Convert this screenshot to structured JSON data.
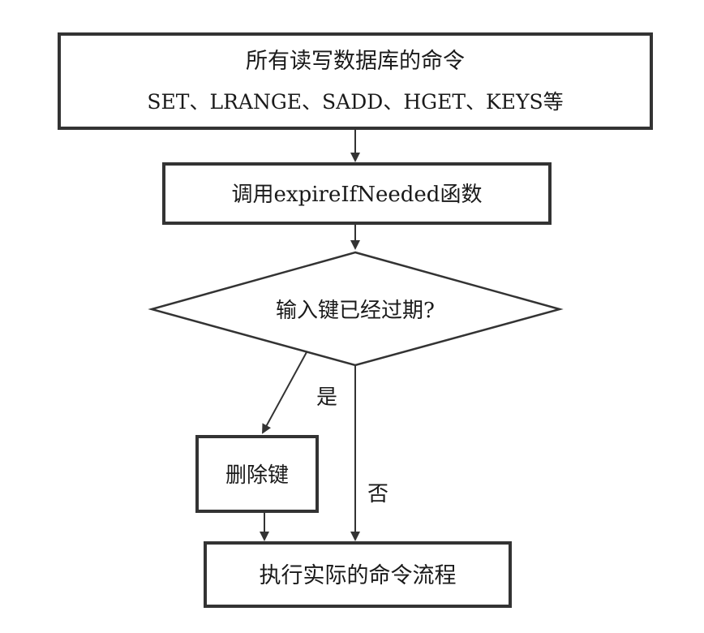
{
  "flowchart": {
    "nodes": {
      "commands": {
        "line1": "所有读写数据库的命令",
        "line2": "SET、LRANGE、SADD、HGET、KEYS等"
      },
      "call_function": {
        "label": "调用expireIfNeeded函数"
      },
      "decision": {
        "label": "输入键已经过期?"
      },
      "delete_key": {
        "label": "删除键"
      },
      "execute": {
        "label": "执行实际的命令流程"
      }
    },
    "edges": {
      "yes_label": "是",
      "no_label": "否"
    },
    "colors": {
      "stroke": "#333333",
      "text": "#1a1a1a",
      "background": "#ffffff"
    }
  }
}
